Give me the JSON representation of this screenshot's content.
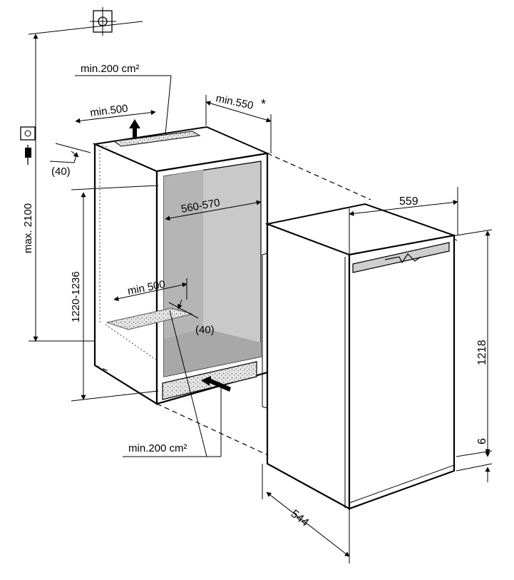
{
  "labels": {
    "min_200_top": "min.200 cm²",
    "min_500_top": "min.500",
    "min_550": "min.550",
    "asterisk": "*",
    "forty_top": "(40)",
    "max_2100": "max. 2100",
    "niche_height": "1220-1236",
    "niche_width": "560-570",
    "min_500_floor": "min 500",
    "forty_floor": "(40)",
    "min_200_bottom": "min.200 cm²",
    "width_559": "559",
    "height_1218": "1218",
    "six": "6",
    "depth_544": "544"
  },
  "icons": {
    "top": "crosshair-plumb-icon",
    "socket": "socket-icon",
    "plug": "plug-icon"
  }
}
